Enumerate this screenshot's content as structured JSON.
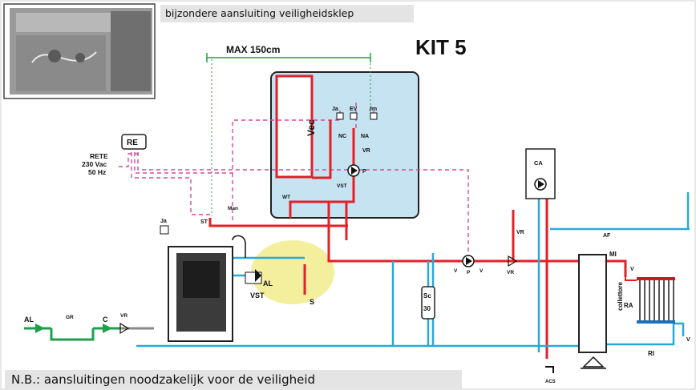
{
  "header": {
    "caption": "bijzondere aansluiting veiligheidsklep"
  },
  "kit_title": "KIT 5",
  "max_label": "MAX 150cm",
  "footer_note": "N.B.: aansluitingen noodzakelijk voor de veiligheid",
  "rete": {
    "line1": "RETE",
    "line2": "230 Vac",
    "line3": "50 Hz"
  },
  "labels": {
    "re": "RE",
    "vec": "Vec",
    "ja_top": "Ja",
    "ev": "EV",
    "jm": "Jm",
    "nc": "NC",
    "na": "NA",
    "vr_tank": "VR",
    "p_tank": "P",
    "wt": "WT",
    "vst_tank": "VST",
    "st": "ST",
    "man": "Man",
    "ja_left": "Ja",
    "al_valve": "AL",
    "vst_valve": "VST",
    "s": "S",
    "al_inlet": "AL",
    "gr": "GR",
    "c": "C",
    "vr_inlet": "VR",
    "sc_top": "Sc",
    "sc_bottom": "30",
    "v_left": "V",
    "p_pump": "P",
    "v_right": "V",
    "vr_pump": "VR",
    "ca": "CA",
    "vr_ca": "VR",
    "af": "AF",
    "mi": "MI",
    "v_mi": "V",
    "ra": "RA",
    "v_ri": "V",
    "ri": "RI",
    "collettore": "collettore",
    "acs": "ACS"
  },
  "colors": {
    "flow": "#e3202a",
    "return": "#2aa9d9",
    "water": "#1ea04a",
    "signal": "#d8489a",
    "tank_panel": "#c6e3f2",
    "valve_area": "#f3ef9c"
  },
  "icons": [
    "stove-photo",
    "circulation-pump-icon",
    "check-valve-icon",
    "radiator-icon",
    "expansion-vessel-icon",
    "tap-icon"
  ]
}
